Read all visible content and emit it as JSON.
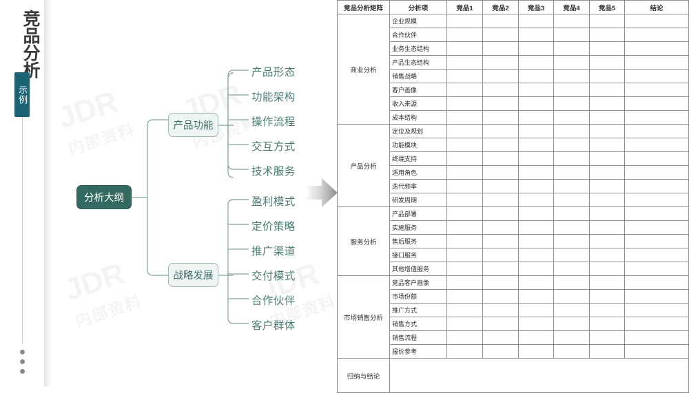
{
  "rail": {
    "title": "竞品分析",
    "badge": "示例",
    "dots_count": 3,
    "accent_color": "#1b6374"
  },
  "watermark": {
    "line1": "JDR",
    "line2": "内部资料"
  },
  "mindmap": {
    "root": {
      "label": "分析大纲",
      "fill": "#33695f",
      "text_color": "#ffffff"
    },
    "branches": [
      {
        "label": "产品功能",
        "fill": "#eef4f3",
        "border": "#9dbcb6",
        "text_color": "#3f7068",
        "leaves": [
          "产品形态",
          "功能架构",
          "操作流程",
          "交互方式",
          "技术服务"
        ]
      },
      {
        "label": "战略发展",
        "fill": "#eef4f3",
        "border": "#9dbcb6",
        "text_color": "#3f7068",
        "leaves": [
          "盈利模式",
          "定价策略",
          "推广渠道",
          "交付模式",
          "合作伙伴",
          "客户群体"
        ]
      }
    ],
    "line_color": "#7fa49c",
    "leaf_text_color": "#4b7d73"
  },
  "arrow": {
    "name": "right-arrow",
    "color_from": "#f2f2f2",
    "color_to": "#8c8c8c"
  },
  "table": {
    "headers": [
      "竞品分析矩阵",
      "分析项",
      "竞品1",
      "竞品2",
      "竞品3",
      "竞品4",
      "竞品5",
      "结论"
    ],
    "groups": [
      {
        "name": "商业分析",
        "items": [
          "企业规模",
          "合作伙伴",
          "业务生态结构",
          "产品生态结构",
          "销售战略",
          "客户画像",
          "收入来源",
          "成本结构"
        ]
      },
      {
        "name": "产品分析",
        "items": [
          "定位及规划",
          "功能模块",
          "终端支持",
          "适用角色",
          "迭代频率",
          "研发周期"
        ]
      },
      {
        "name": "服务分析",
        "items": [
          "产品部署",
          "实施服务",
          "售后服务",
          "接口服务",
          "其他增值服务"
        ]
      },
      {
        "name": "市场销售分析",
        "items": [
          "竞品客户画像",
          "市场份额",
          "推广方式",
          "销售方式",
          "销售流程",
          "报价参考"
        ]
      }
    ],
    "conclusion_row": {
      "name": "归纳与结论",
      "value": ""
    },
    "competitor_column_count": 5,
    "border_color": "#8d8d8d"
  }
}
